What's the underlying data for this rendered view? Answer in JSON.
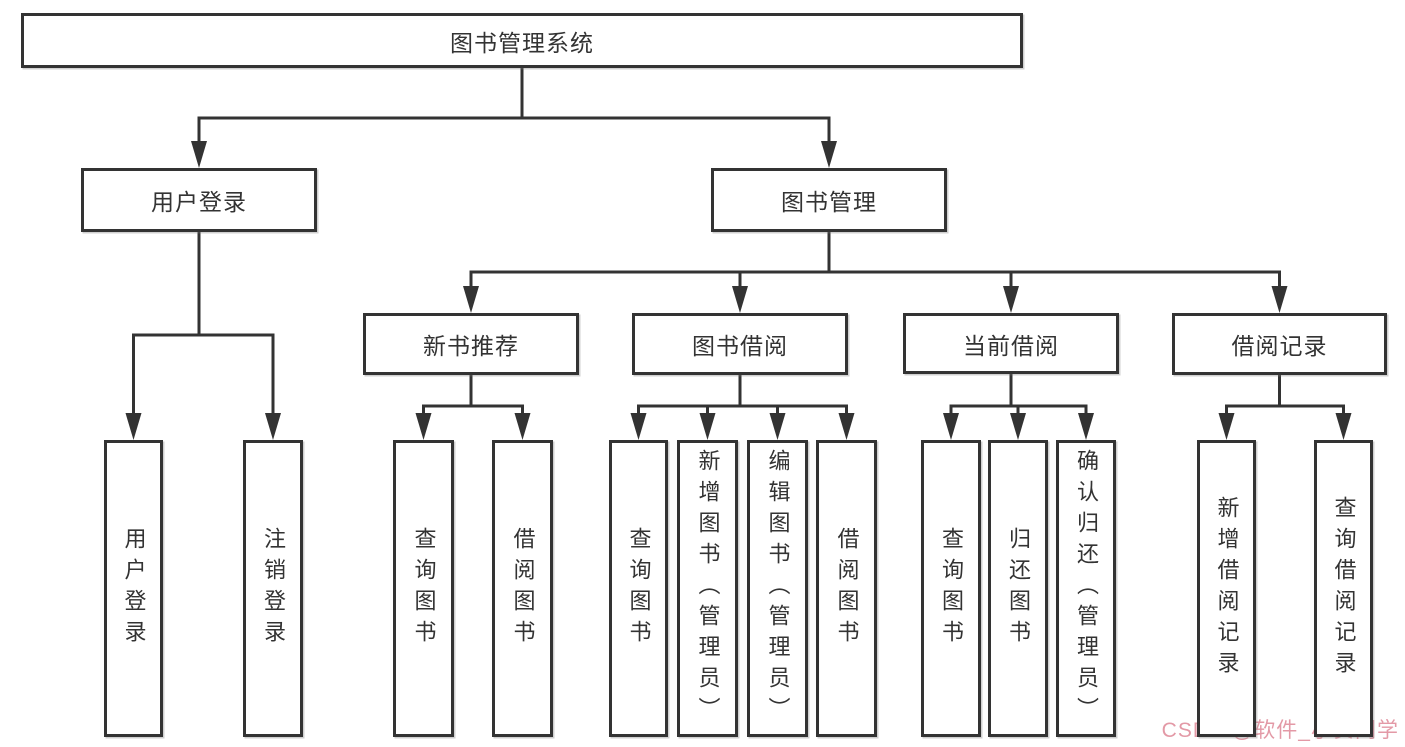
{
  "diagram": {
    "type": "functional-structure-tree",
    "title": "图书管理系统"
  },
  "colors": {
    "line": "#333333",
    "box_border": "#333333",
    "box_background": "#ffffff",
    "text": "#333333",
    "watermark": "#e08f9d"
  },
  "nodes": [
    {
      "id": "root",
      "label": "图书管理系统",
      "children": [
        "user_login",
        "book_mgmt"
      ]
    },
    {
      "id": "user_login",
      "label": "用户登录",
      "children": [
        "leaf_user_login",
        "leaf_logout"
      ]
    },
    {
      "id": "book_mgmt",
      "label": "图书管理",
      "children": [
        "new_books",
        "book_borrow",
        "current_borrow",
        "borrow_records"
      ]
    },
    {
      "id": "new_books",
      "label": "新书推荐",
      "children": [
        "leaf_nb_query",
        "leaf_nb_borrow"
      ]
    },
    {
      "id": "book_borrow",
      "label": "图书借阅",
      "children": [
        "leaf_bb_query",
        "leaf_bb_add",
        "leaf_bb_edit",
        "leaf_bb_borrow"
      ]
    },
    {
      "id": "current_borrow",
      "label": "当前借阅",
      "children": [
        "leaf_cb_query",
        "leaf_cb_return",
        "leaf_cb_confirm"
      ]
    },
    {
      "id": "borrow_records",
      "label": "借阅记录",
      "children": [
        "leaf_br_add",
        "leaf_br_query"
      ]
    },
    {
      "id": "leaf_user_login",
      "label": "用户登录",
      "children": []
    },
    {
      "id": "leaf_logout",
      "label": "注销登录",
      "children": []
    },
    {
      "id": "leaf_nb_query",
      "label": "查询图书",
      "children": []
    },
    {
      "id": "leaf_nb_borrow",
      "label": "借阅图书",
      "children": []
    },
    {
      "id": "leaf_bb_query",
      "label": "查询图书",
      "children": []
    },
    {
      "id": "leaf_bb_add",
      "label": "新增图书（管理员）",
      "children": []
    },
    {
      "id": "leaf_bb_edit",
      "label": "编辑图书（管理员）",
      "children": []
    },
    {
      "id": "leaf_bb_borrow",
      "label": "借阅图书",
      "children": []
    },
    {
      "id": "leaf_cb_query",
      "label": "查询图书",
      "children": []
    },
    {
      "id": "leaf_cb_return",
      "label": "归还图书",
      "children": []
    },
    {
      "id": "leaf_cb_confirm",
      "label": "确认归还（管理员）",
      "children": []
    },
    {
      "id": "leaf_br_add",
      "label": "新增借阅记录",
      "children": []
    },
    {
      "id": "leaf_br_query",
      "label": "查询借阅记录",
      "children": []
    }
  ],
  "watermark": {
    "text": "CSDN @软件_小贺同学"
  }
}
